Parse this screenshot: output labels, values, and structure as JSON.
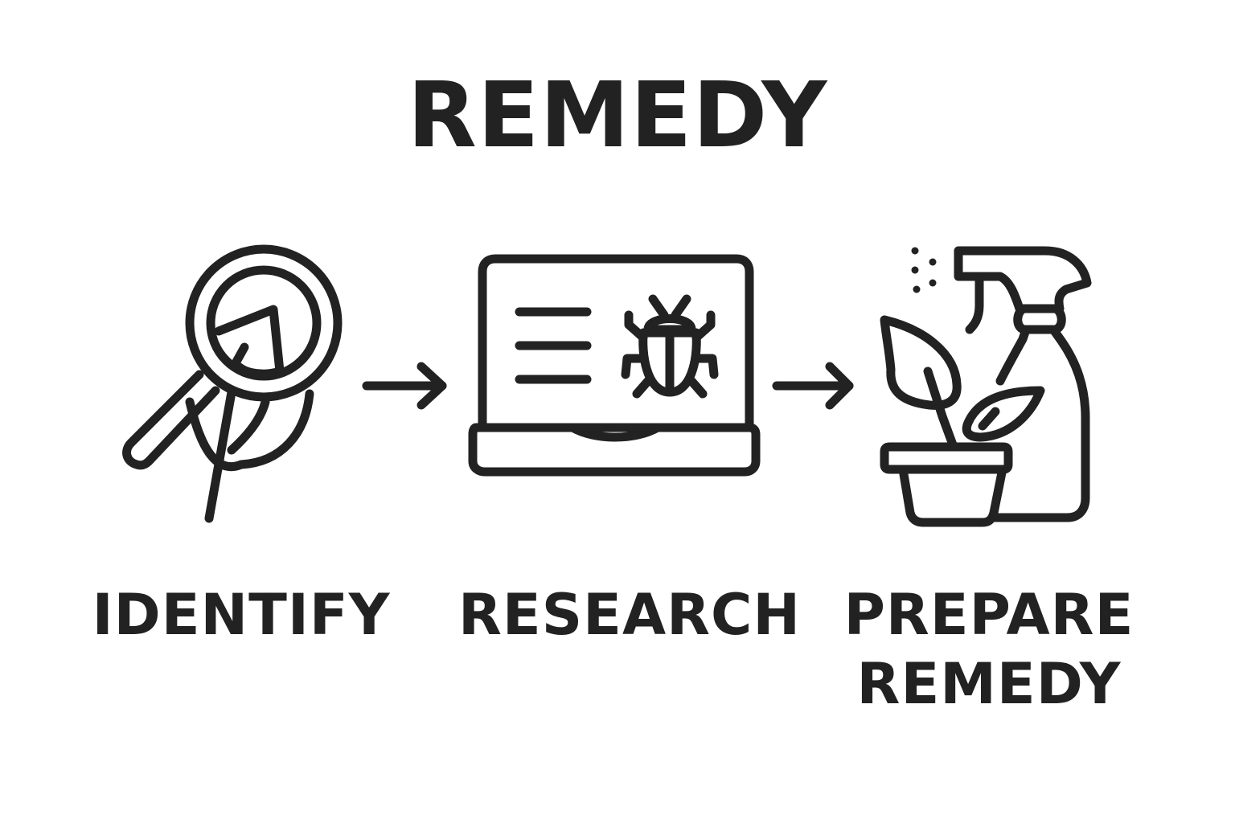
{
  "title": "REMEDY",
  "steps": [
    {
      "label": "IDENTIFY",
      "icon": "magnifier-leaf-icon"
    },
    {
      "label": "RESEARCH",
      "icon": "laptop-bug-icon"
    },
    {
      "label_lines": [
        "PREPARE",
        "REMEDY"
      ],
      "icon": "plant-spray-icon"
    }
  ],
  "colors": {
    "ink": "#222222",
    "background": "#ffffff"
  }
}
